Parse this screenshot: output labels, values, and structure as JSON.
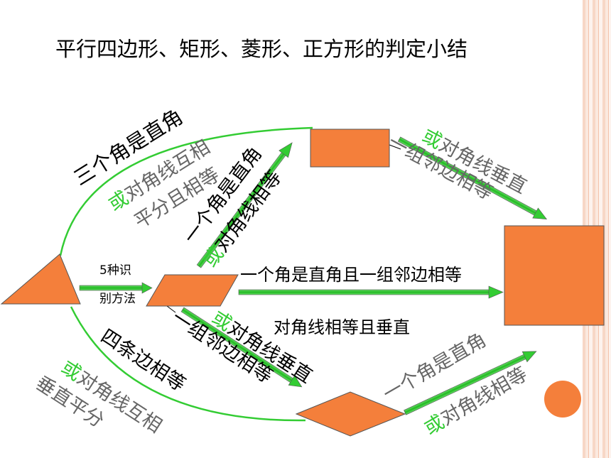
{
  "title": "平行四边形、矩形、菱形、正方形的判定小结",
  "methods_label_1": "5种识",
  "methods_label_2": "别方法",
  "quad_to_rect": {
    "line1": "三个角是直角",
    "line2_prefix": "或",
    "line2_rest": "对角线互相",
    "line3": "平分且相等"
  },
  "quad_to_rhombus": {
    "line1": "四条边相等",
    "line2_prefix": "或",
    "line2_rest": "对角线互相",
    "line3": "垂直平分"
  },
  "para_to_rect": {
    "line1": "一个角是直角",
    "line2_prefix": "或",
    "line2_rest": "对角线相等"
  },
  "rect_to_square": {
    "line1_prefix": "或",
    "line1_rest": "对角线垂直",
    "line2": "一组邻边相等"
  },
  "para_to_square": {
    "line1": "一个角是直角且一组邻边相等",
    "line2": "对角线相等且垂直"
  },
  "para_to_rhombus": {
    "line1": "一组邻边相等",
    "line2_prefix": "或",
    "line2_rest": "对角线垂直"
  },
  "rhombus_to_square": {
    "line1": "一个角是直角",
    "line2_prefix": "或",
    "line2_rest": "对角线相等"
  },
  "colors": {
    "shape_fill": "#f47f3b",
    "arrow_green": "#33cc33",
    "gray_text": "#666666",
    "green_text": "#33cc33",
    "circle": "#f47f3b"
  }
}
